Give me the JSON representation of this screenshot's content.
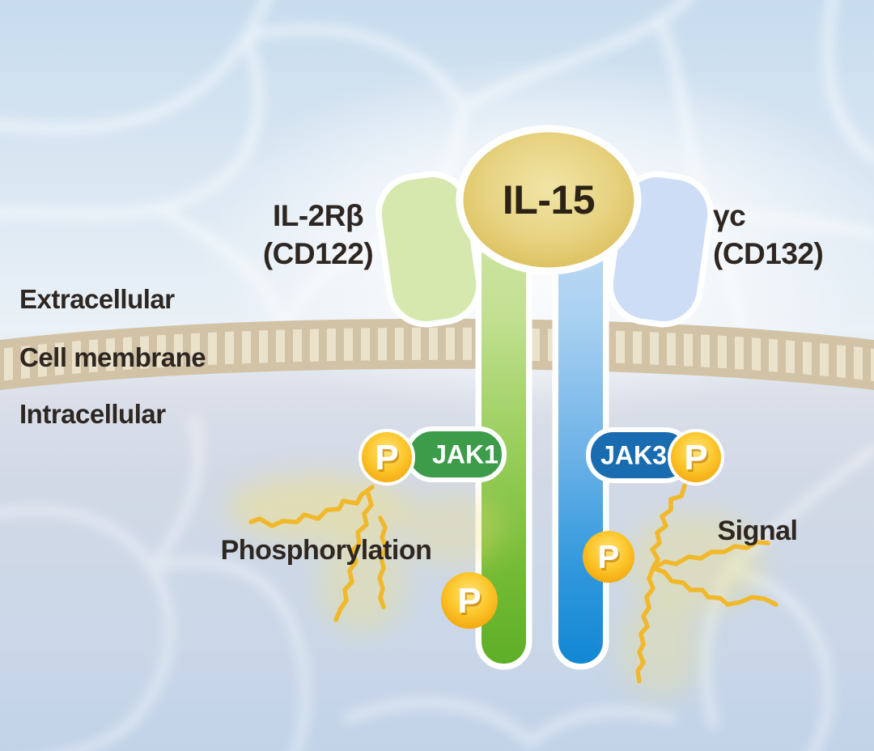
{
  "ligand": {
    "label": "IL-15"
  },
  "receptors": {
    "left": {
      "name": "IL-2Rβ",
      "cd": "(CD122)",
      "kinase": "JAK1"
    },
    "right": {
      "name": "γc",
      "cd": "(CD132)",
      "kinase": "JAK3"
    }
  },
  "regions": {
    "extracellular": "Extracellular",
    "membrane": "Cell membrane",
    "intracellular": "Intracellular"
  },
  "annotations": {
    "phosphorylation": "Phosphorylation",
    "signal": "Signal"
  },
  "phosphate": {
    "label": "P"
  },
  "colors": {
    "background_blue": "#cfe0ef",
    "intracellular_gray": "#d3d9e6",
    "membrane_beige": "#d2c3a6",
    "membrane_stripe": "#ebe2cc",
    "receptor_green_light": "#d6e8ae",
    "receptor_green_dark": "#5cad26",
    "receptor_blue_light": "#cdddf6",
    "receptor_blue_dark": "#0f86d3",
    "ligand_gold": "#d9ba52",
    "jak1_green": "#3d9c4a",
    "jak3_blue": "#1a6cb0",
    "phosphate_orange": "#f3a70e",
    "squiggle_yellow": "#f1b82b",
    "text_dark": "#2e2721"
  }
}
